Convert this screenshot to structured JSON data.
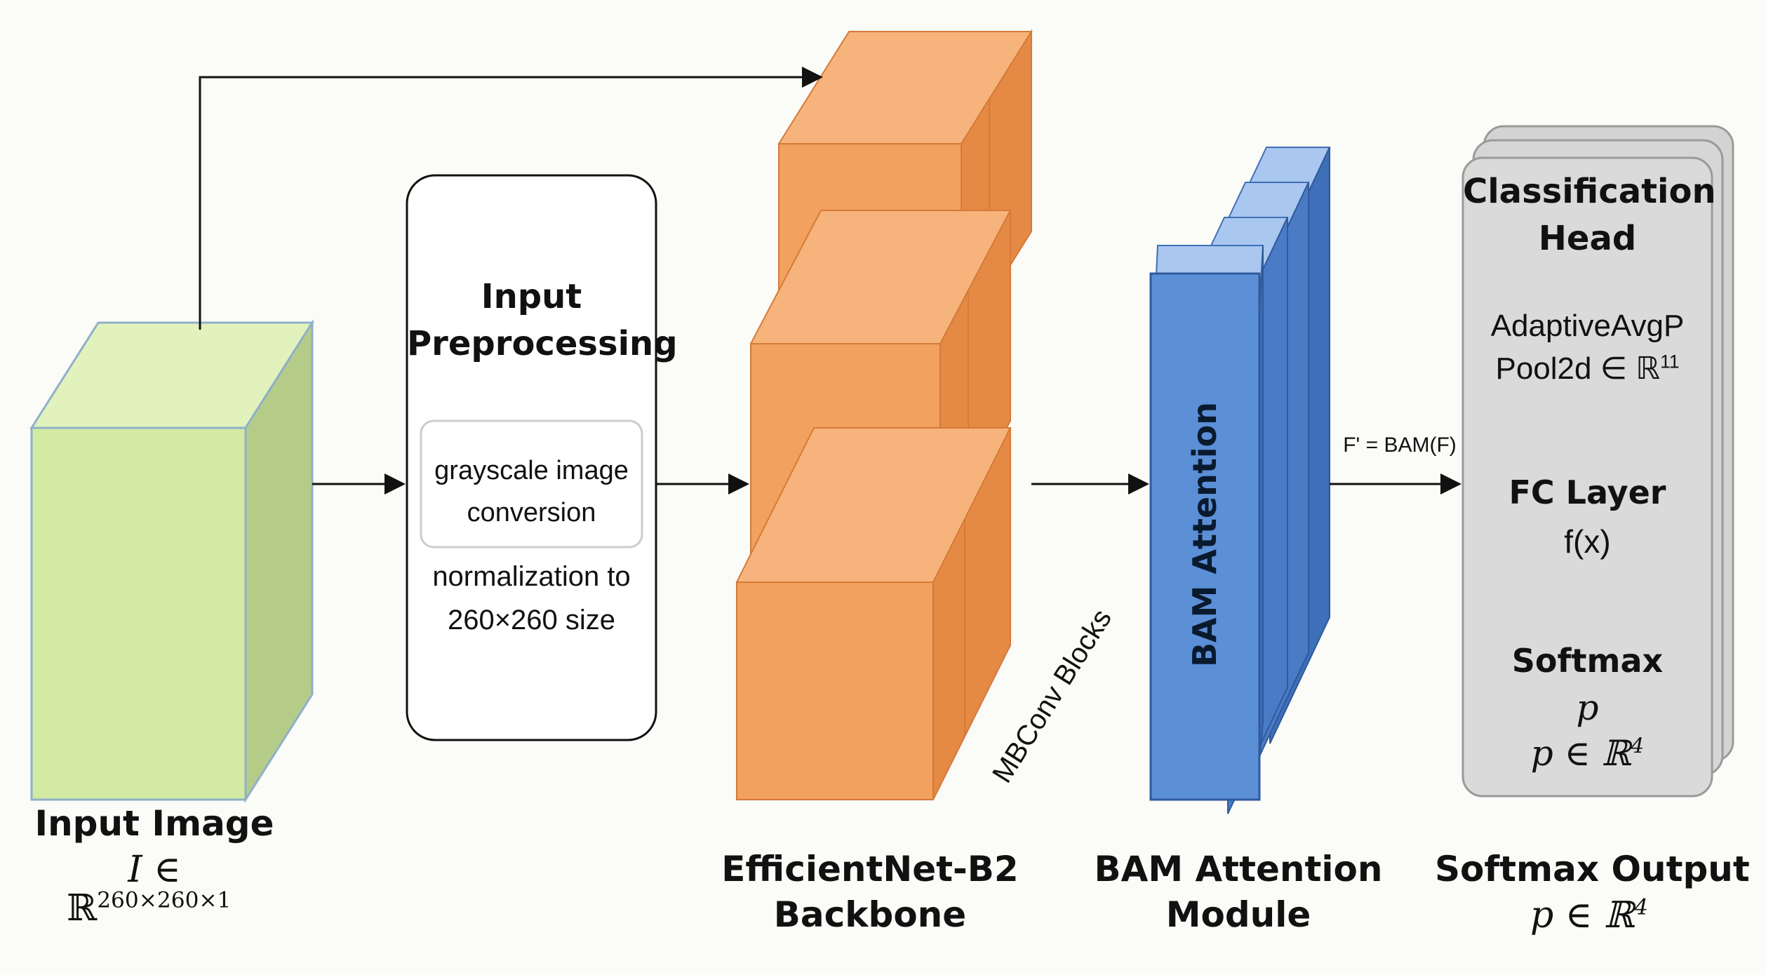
{
  "input_image": {
    "label": "Input Image",
    "math_line1": "I ∈",
    "math_line2_base": "ℝ",
    "math_line2_exp": "260×260×1"
  },
  "preprocessing": {
    "title_line1": "Input",
    "title_line2": "Preprocessing",
    "step1_line1": "grayscale image",
    "step1_line2": "conversion",
    "step2_line1": "normalization to",
    "step2_line2": "260×260 size"
  },
  "backbone": {
    "side_label": "MBConv Blocks",
    "label_line1": "EfficientNet-B2",
    "label_line2": "Backbone"
  },
  "bam": {
    "vertical_label": "BAM Attention",
    "edge_label": "F' = BAM(F)",
    "label_line1": "BAM Attention",
    "label_line2": "Module"
  },
  "head": {
    "title_line1": "Classification",
    "title_line2": "Head",
    "pool_line1": "AdaptiveAvgP",
    "pool_line2": "Pool2d ∈ ℝ",
    "pool_exp": "11",
    "fc_line1": "FC Layer",
    "fc_line2": "f(x)",
    "softmax_title": "Softmax",
    "softmax_var": "p",
    "softmax_math": "p ∈ ℝ",
    "softmax_exp": "4"
  },
  "output": {
    "label": "Softmax Output",
    "math": "p ∈ ℝ",
    "exp": "4"
  },
  "colors": {
    "green_front": "#d3eaa5",
    "green_top": "#e2f2bd",
    "green_side": "#b5cc88",
    "orange_front": "#f2a15f",
    "orange_top": "#f6b47c",
    "orange_side": "#e48a45",
    "blue_front": "#5b8fd6",
    "blue_top": "#a9c7ef",
    "blue_side": "#3f6fb8",
    "gray_panel": "#d9d9d9"
  }
}
